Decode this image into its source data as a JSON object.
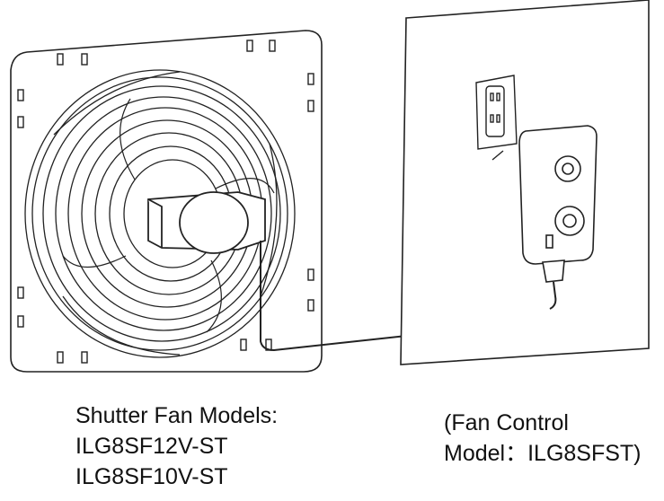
{
  "captions": {
    "fan_models": {
      "line1": "Shutter Fan Models:",
      "line2": "ILG8SF12V-ST",
      "line3": "ILG8SF10V-ST"
    },
    "control_model": {
      "line1": "(Fan Control",
      "line2": "Model：ILG8SFST)"
    }
  }
}
